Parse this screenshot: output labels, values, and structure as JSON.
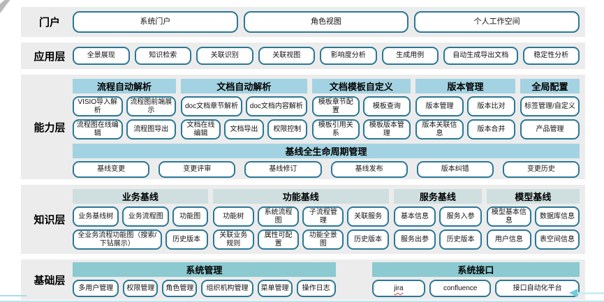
{
  "colors": {
    "row_background": "#ececec",
    "header_blue": "#a3d3e2",
    "header_pale": "#cfdfdf",
    "header_teal": "#8bcad0",
    "button_border": "#2a7795",
    "arrow_cyan": "#6fcbdd",
    "jira_underline": "#d43c3c"
  },
  "portal": {
    "label": "门户",
    "buttons": [
      "系统门户",
      "角色视图",
      "个人工作空间"
    ]
  },
  "application": {
    "label": "应用层",
    "buttons": [
      "全景展现",
      "知识检索",
      "关联识别",
      "关联视图",
      "影响度分析",
      "生成用例",
      "自动生成导出文档",
      "稳定性分析"
    ]
  },
  "capability": {
    "label": "能力层",
    "groups": [
      {
        "title": "流程自动解析",
        "rows": [
          [
            "VISIO导入解析",
            "流程图前端展示"
          ],
          [
            "流程图在线编辑",
            "流程图导出"
          ]
        ]
      },
      {
        "title": "文档自动解析",
        "rows": [
          [
            "doc文档章节解析",
            "doc文档内容解析"
          ],
          [
            "文档在线编辑",
            "文档导出",
            "权限控制"
          ]
        ]
      },
      {
        "title": "文档模板自定义",
        "rows": [
          [
            "模板章节配置",
            "模板查询"
          ],
          [
            "模板引用关系",
            "模板版本管理"
          ]
        ]
      },
      {
        "title": "版本管理",
        "rows": [
          [
            "版本管理",
            "版本比对"
          ],
          [
            "版本关联信息",
            "版本合并"
          ]
        ]
      },
      {
        "title": "全局配置",
        "rows": [
          [
            "标签管理/自定义"
          ],
          [
            "产品管理"
          ]
        ]
      }
    ],
    "baseline": {
      "title": "基线全生命周期管理",
      "buttons": [
        "基线变更",
        "变更评审",
        "基线修订",
        "基线发布",
        "版本纠错",
        "变更历史"
      ]
    }
  },
  "knowledge": {
    "label": "知识层",
    "groups": [
      {
        "title": "业务基线",
        "rows": [
          [
            "业务基线树",
            "业务流程图",
            "功能图"
          ],
          [
            "全业务流程功能图（搜索/下钻展示）",
            "历史版本"
          ]
        ]
      },
      {
        "title": "功能基线",
        "rows": [
          [
            "功能树",
            "系统流程图",
            "子流程管理",
            "关联服务"
          ],
          [
            "关联业务规则",
            "属性可配置",
            "功能全景图",
            "历史版本"
          ]
        ]
      },
      {
        "title": "服务基线",
        "rows": [
          [
            "基本信息",
            "服务入参"
          ],
          [
            "服务出参",
            "历史版本"
          ]
        ]
      },
      {
        "title": "模型基线",
        "rows": [
          [
            "模型基本信息",
            "数据库信息"
          ],
          [
            "用户信息",
            "表空间信息"
          ]
        ]
      }
    ]
  },
  "base": {
    "label": "基础层",
    "groups": [
      {
        "title": "系统管理",
        "buttons": [
          "多用户管理",
          "权限管理",
          "角色管理",
          "组织机构管理",
          "菜单管理",
          "操作日志"
        ]
      },
      {
        "title": "系统接口",
        "buttons": [
          "jira",
          "confluence",
          "接口自动化平台"
        ]
      }
    ]
  }
}
